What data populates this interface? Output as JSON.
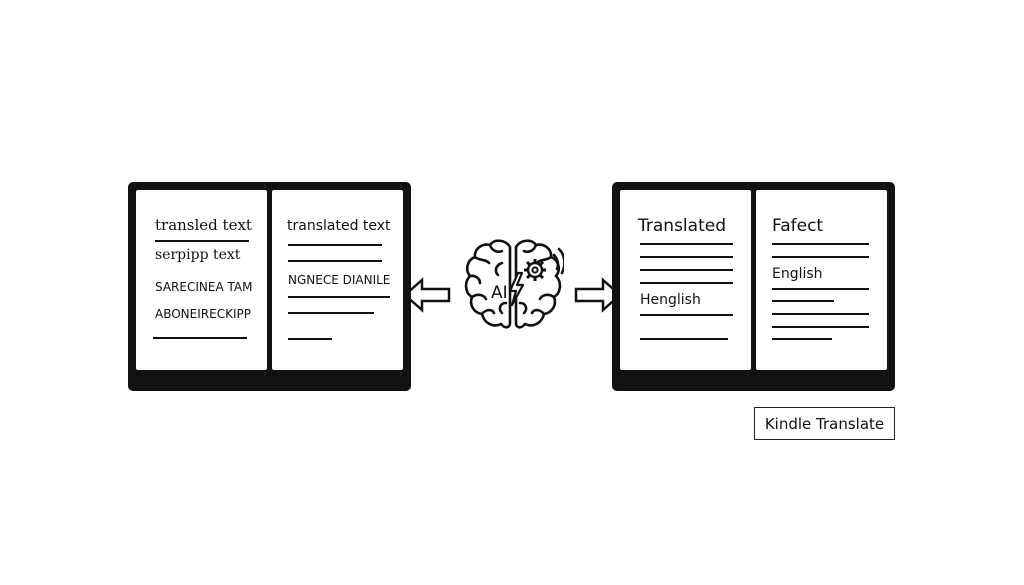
{
  "source_book": {
    "left_page": {
      "heading": "transled text",
      "line1": "serpipp text",
      "line2": "SARECINEA TAM",
      "line3": "ABONEIRECKIPP"
    },
    "right_page": {
      "heading": "translated text",
      "line1": "NGNECE DIANILE"
    }
  },
  "ai_brain": {
    "label": "AI",
    "icon": "brain-icon",
    "accessory_icons": [
      "lightning-bolt-icon",
      "gear-icon"
    ]
  },
  "target_book": {
    "left_page": {
      "heading": "Translated",
      "line1": "Henglish"
    },
    "right_page": {
      "heading": "Fafect",
      "line1": "English"
    }
  },
  "caption": {
    "label": "Kindle Translate"
  },
  "colors": {
    "ink": "#111111",
    "paper": "#ffffff"
  }
}
